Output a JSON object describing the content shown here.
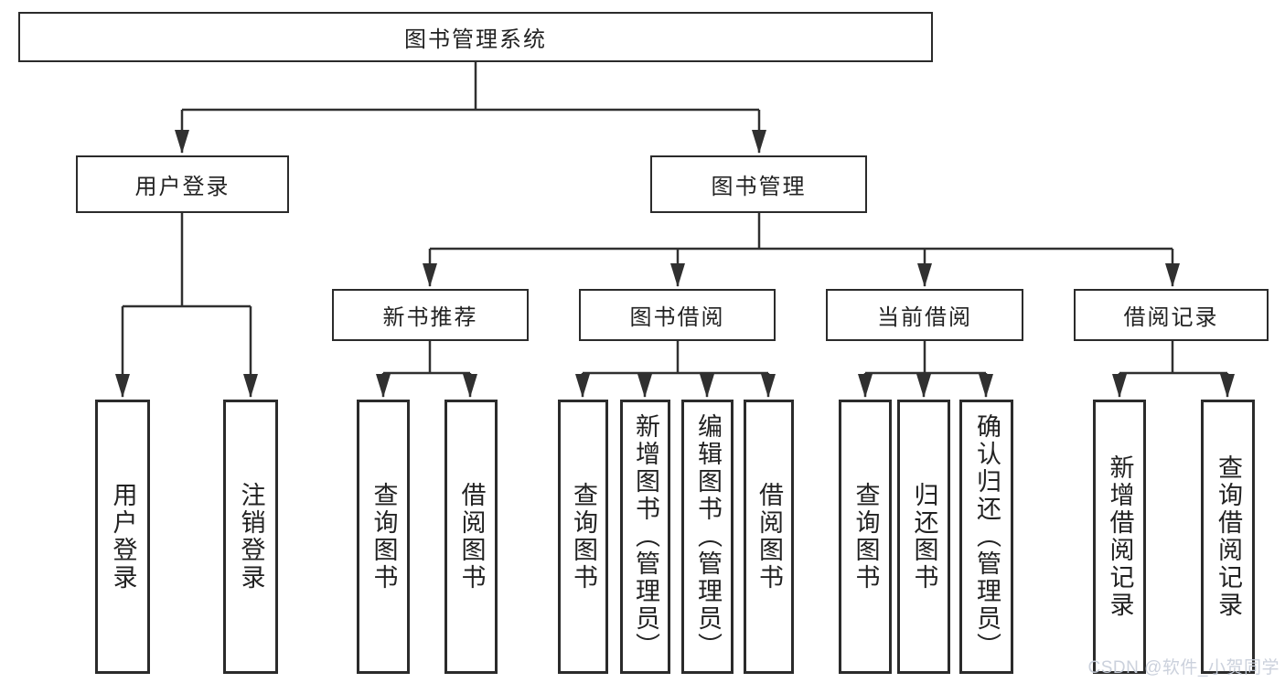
{
  "diagram": {
    "title": "图书管理系统",
    "root": "图书管理系统",
    "branches": {
      "user_login": {
        "label": "用户登录",
        "children": [
          "用户登录",
          "注销登录"
        ]
      },
      "book_management": {
        "label": "图书管理",
        "sections": {
          "new_books": {
            "label": "新书推荐",
            "children": [
              "查询图书",
              "借阅图书"
            ]
          },
          "book_borrow": {
            "label": "图书借阅",
            "children": [
              "查询图书",
              "新增图书（管理员）",
              "编辑图书（管理员）",
              "借阅图书"
            ]
          },
          "current_borrow": {
            "label": "当前借阅",
            "children": [
              "查询图书",
              "归还图书",
              "确认归还（管理员）"
            ]
          },
          "borrow_records": {
            "label": "借阅记录",
            "children": [
              "新增借阅记录",
              "查询借阅记录"
            ]
          }
        }
      }
    }
  },
  "watermark": "CSDN @软件_小贺同学",
  "colors": {
    "line": "#303030",
    "box_border": "#2b2b2b",
    "text": "#222222",
    "watermark": "#c9cfdb",
    "background": "#ffffff"
  }
}
